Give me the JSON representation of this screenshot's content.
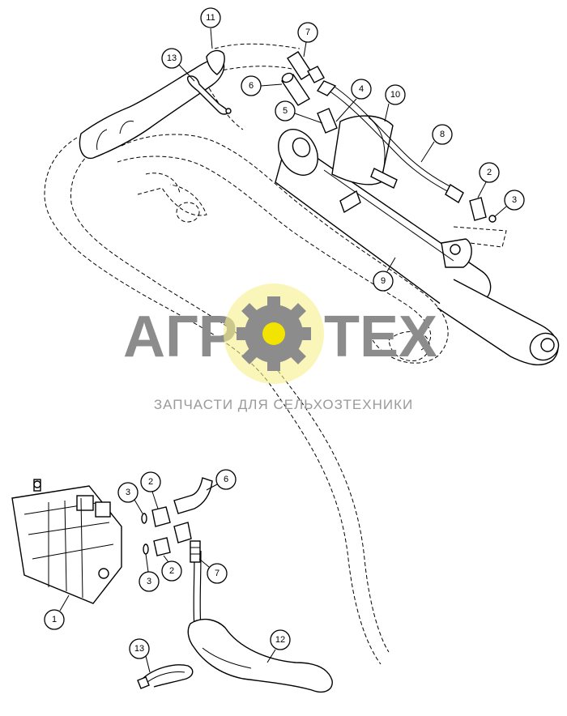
{
  "watermark": {
    "logo_text": "АГРОТЕХ",
    "subtitle": "ЗАПЧАСТИ ДЛЯ СЕЛЬХОЗТЕХНИКИ",
    "gear_color": "#f2e400",
    "text_color": "#8c8c8c"
  },
  "callouts": {
    "c11": "11",
    "c7_top": "7",
    "c13_top": "13",
    "c6_top": "6",
    "c4": "4",
    "c10": "10",
    "c5": "5",
    "c8": "8",
    "c2_top": "2",
    "c3_top": "3",
    "c9": "9",
    "c3_mid_a": "3",
    "c2_mid_a": "2",
    "c6_bottom": "6",
    "c3_mid_b": "3",
    "c2_mid_b": "2",
    "c7_bottom": "7",
    "c1": "1",
    "c12": "12",
    "c13_bottom": "13"
  }
}
